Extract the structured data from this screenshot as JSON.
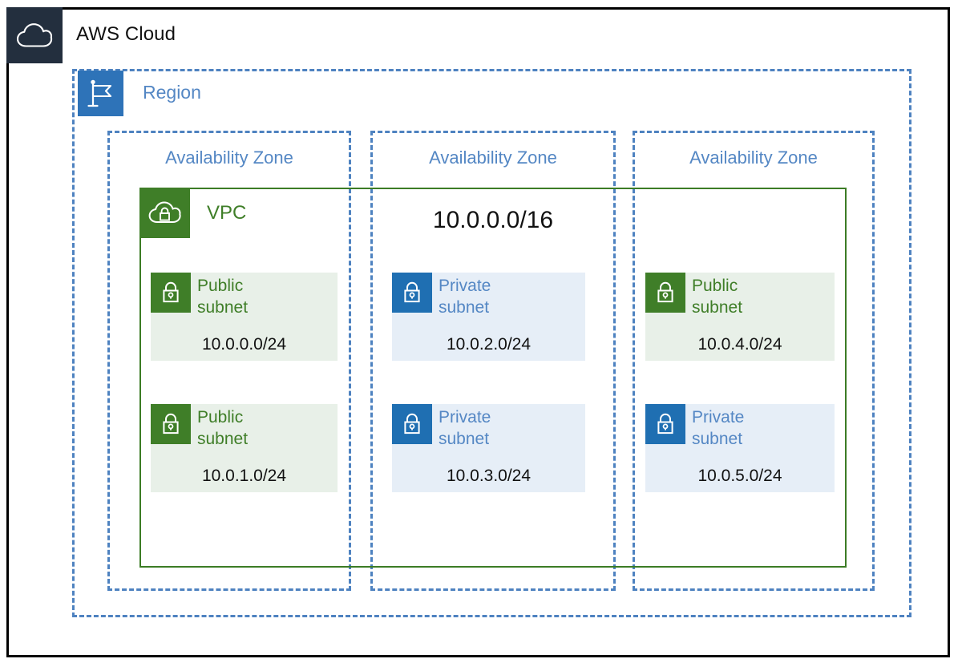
{
  "cloud": {
    "title": "AWS Cloud",
    "icon": "aws-cloud-icon",
    "badge_color": "#232F3E",
    "border_color": "#000000"
  },
  "region": {
    "title": "Region",
    "icon": "region-flag-icon",
    "badge_color": "#2E73B8",
    "border_color": "#4E82C0",
    "text_color": "#5487C4"
  },
  "availability_zones": [
    {
      "title": "Availability Zone"
    },
    {
      "title": "Availability Zone"
    },
    {
      "title": "Availability Zone"
    }
  ],
  "vpc": {
    "title": "VPC",
    "cidr": "10.0.0.0/16",
    "icon": "vpc-cloud-lock-icon",
    "badge_color": "#3F7E28",
    "border_color": "#3C7C25",
    "text_color": "#3F7E28"
  },
  "subnets": [
    {
      "type": "public",
      "label": "Public\nsubnet",
      "cidr": "10.0.0.0/24",
      "icon": "lock-icon",
      "badge_color": "#3F7E28",
      "fill_color": "#E8F0E8",
      "text_color": "#3F7E28",
      "zone": 1,
      "row": "top"
    },
    {
      "type": "public",
      "label": "Public\nsubnet",
      "cidr": "10.0.1.0/24",
      "icon": "lock-icon",
      "badge_color": "#3F7E28",
      "fill_color": "#E8F0E8",
      "text_color": "#3F7E28",
      "zone": 1,
      "row": "bottom"
    },
    {
      "type": "private",
      "label": "Private\nsubnet",
      "cidr": "10.0.2.0/24",
      "icon": "lock-icon",
      "badge_color": "#1F6FB2",
      "fill_color": "#E6EEF7",
      "text_color": "#5487C4",
      "zone": 2,
      "row": "top"
    },
    {
      "type": "private",
      "label": "Private\nsubnet",
      "cidr": "10.0.3.0/24",
      "icon": "lock-icon",
      "badge_color": "#1F6FB2",
      "fill_color": "#E6EEF7",
      "text_color": "#5487C4",
      "zone": 2,
      "row": "bottom"
    },
    {
      "type": "public",
      "label": "Public\nsubnet",
      "cidr": "10.0.4.0/24",
      "icon": "lock-icon",
      "badge_color": "#3F7E28",
      "fill_color": "#E8F0E8",
      "text_color": "#3F7E28",
      "zone": 3,
      "row": "top"
    },
    {
      "type": "private",
      "label": "Private\nsubnet",
      "cidr": "10.0.5.0/24",
      "icon": "lock-icon",
      "badge_color": "#1F6FB2",
      "fill_color": "#E6EEF7",
      "text_color": "#5487C4",
      "zone": 3,
      "row": "bottom"
    }
  ]
}
